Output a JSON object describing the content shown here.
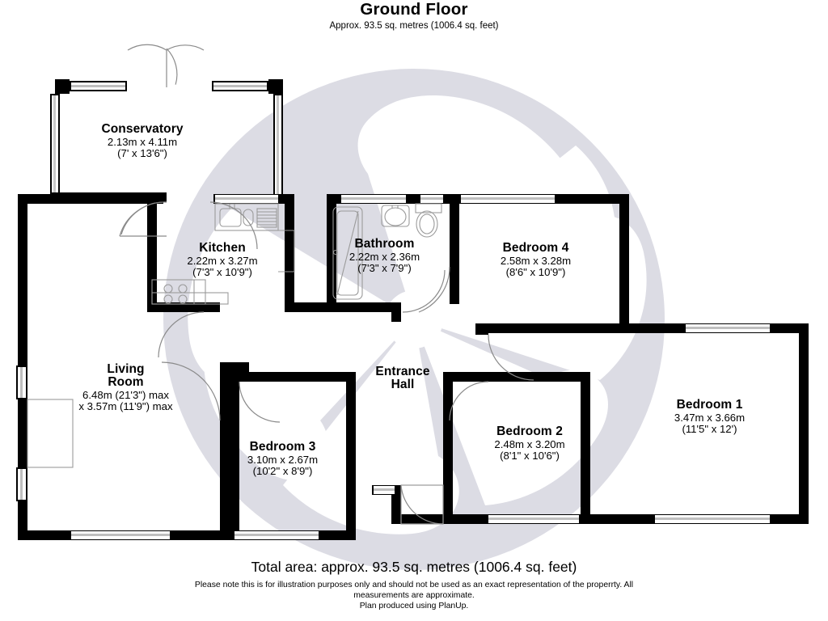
{
  "header": {
    "title": "Ground Floor",
    "subtitle": "Approx. 93.5 sq. metres (1006.4 sq. feet)"
  },
  "footer": {
    "total": "Total area: approx. 93.5 sq. metres (1006.4 sq. feet)",
    "note_line1": "Please note this is for illustration purposes only and should not be used as an exact representation of the properrty. All",
    "note_line2": "measurements are approximate.",
    "note_line3": "Plan produced using PlanUp."
  },
  "rooms": [
    {
      "name": "Conservatory",
      "metric": "2.13m x 4.11m",
      "imperial": "(7' x 13'6\")"
    },
    {
      "name": "Kitchen",
      "metric": "2.22m x 3.27m",
      "imperial": "(7'3\" x 10'9\")"
    },
    {
      "name": "Bathroom",
      "metric": "2.22m x 2.36m",
      "imperial": "(7'3\" x 7'9\")"
    },
    {
      "name": "Bedroom 4",
      "metric": "2.58m x 3.28m",
      "imperial": "(8'6\" x 10'9\")"
    },
    {
      "name_line1": "Living",
      "name_line2": "Room",
      "metric": "6.48m (21'3\") max",
      "imperial": "x 3.57m (11'9\") max"
    },
    {
      "name_line1": "Entrance",
      "name_line2": "Hall"
    },
    {
      "name": "Bedroom 3",
      "metric": "3.10m x 2.67m",
      "imperial": "(10'2\" x 8'9\")"
    },
    {
      "name": "Bedroom 2",
      "metric": "2.48m x 3.20m",
      "imperial": "(8'1\" x 10'6\")"
    },
    {
      "name": "Bedroom 1",
      "metric": "3.47m x 3.66m",
      "imperial": "(11'5\" x 12')"
    }
  ],
  "colors": {
    "wall": "#000000",
    "background": "#ffffff",
    "watermark": "#dcdce4",
    "fixture_line": "#888888",
    "door_arc": "#777777"
  }
}
